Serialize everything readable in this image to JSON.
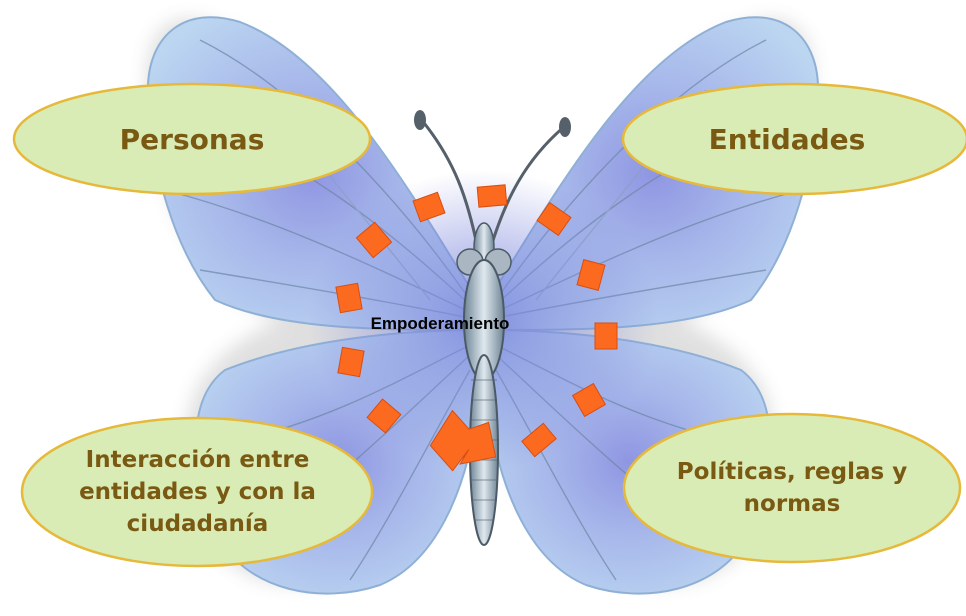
{
  "diagram": {
    "center_label": "Empoderamiento",
    "nodes": [
      {
        "id": "personas",
        "label": "Personas"
      },
      {
        "id": "entidades",
        "label": "Entidades"
      },
      {
        "id": "interaccion",
        "label": "Interacción entre\nentidades y con la\nciudadanía"
      },
      {
        "id": "politicas",
        "label": "Políticas, reglas y\nnormas"
      }
    ]
  },
  "colors": {
    "ellipse_fill": "#d9ecb6",
    "ellipse_stroke": "#e6b93a",
    "label_text": "#7a5a12",
    "dash_orange": "#fb6a1e",
    "wing_light": "#b9d4ef",
    "wing_dark": "#7fa9d6",
    "wing_inner": "#9aa7e6"
  },
  "icons": {
    "central_image": "butterfly-icon",
    "cycle_arrow": "circular-arrow-icon"
  }
}
